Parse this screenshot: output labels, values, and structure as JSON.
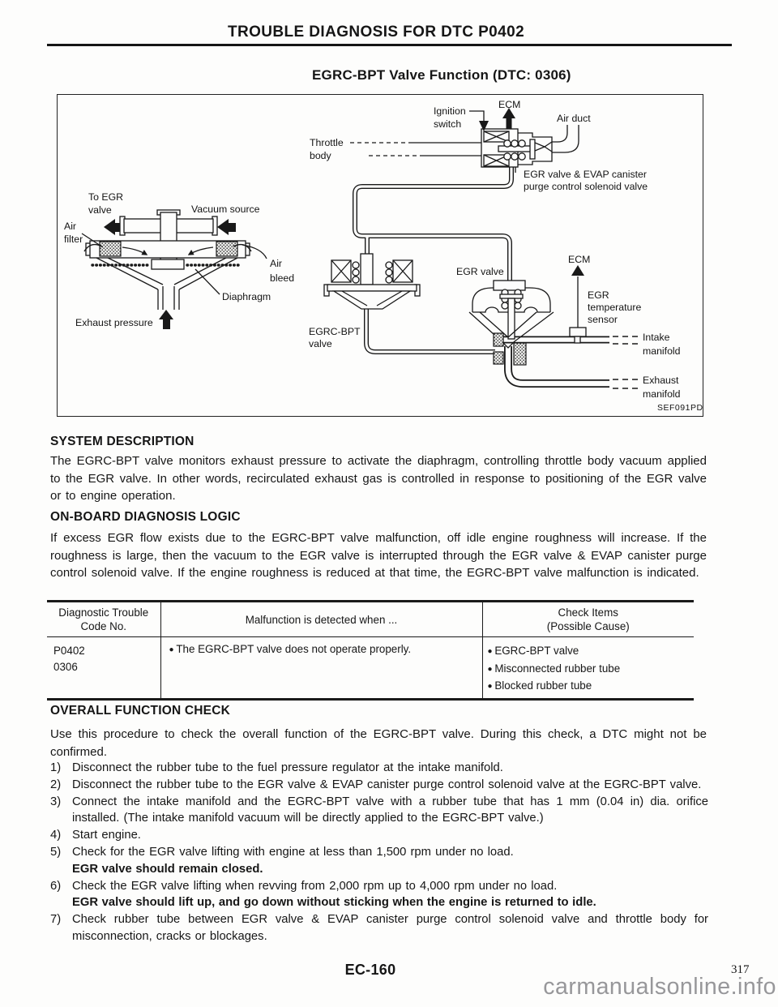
{
  "page": {
    "title": "TROUBLE DIAGNOSIS FOR DTC P0402",
    "figure_title": "EGRC-BPT Valve Function (DTC: 0306)",
    "footer_code": "EC-160",
    "page_number": "317",
    "watermark": "carmanualsonline.info"
  },
  "diagram": {
    "ref_code": "SEF091PD",
    "labels": {
      "ecm_top": "ECM",
      "ignition": [
        "Ignition",
        "switch"
      ],
      "air_duct": "Air duct",
      "throttle": [
        "Throttle",
        "body"
      ],
      "solenoid": [
        "EGR valve & EVAP canister",
        "purge control solenoid valve"
      ],
      "to_egr": [
        "To EGR",
        "valve"
      ],
      "vacuum_source": "Vacuum source",
      "air_filter": [
        "Air",
        "filter"
      ],
      "air_bleed": [
        "Air",
        "bleed"
      ],
      "diaphragm": "Diaphragm",
      "exhaust_pressure": "Exhaust pressure",
      "egrc_bpt": [
        "EGRC-BPT",
        "valve"
      ],
      "egr_valve": "EGR valve",
      "ecm_right": "ECM",
      "egr_temp": [
        "EGR",
        "temperature",
        "sensor"
      ],
      "intake": [
        "Intake",
        "manifold"
      ],
      "exhaust": [
        "Exhaust",
        "manifold"
      ]
    }
  },
  "system_description": {
    "heading": "SYSTEM DESCRIPTION",
    "body": "The EGRC-BPT valve monitors exhaust pressure to activate the diaphragm, controlling throttle body vacuum applied to the EGR valve. In other words, recirculated exhaust gas is controlled in response to positioning of the EGR valve or to engine operation."
  },
  "onboard_logic": {
    "heading": "ON-BOARD DIAGNOSIS LOGIC",
    "body": "If excess EGR flow exists due to the EGRC-BPT valve malfunction, off idle engine roughness will increase. If the roughness is large, then the vacuum to the EGR valve is interrupted through the EGR valve & EVAP canister purge control solenoid valve. If the engine roughness is reduced at that time, the EGRC-BPT valve malfunction is indicated."
  },
  "dtc_table": {
    "col1_header": [
      "Diagnostic Trouble",
      "Code No."
    ],
    "col2_header": "Malfunction is detected when ...",
    "col3_header": [
      "Check Items",
      "(Possible Cause)"
    ],
    "row": {
      "codes": [
        "P0402",
        "0306"
      ],
      "malfunction": "The EGRC-BPT valve does not operate properly.",
      "check_items": [
        "EGRC-BPT valve",
        "Misconnected rubber tube",
        "Blocked rubber tube"
      ]
    }
  },
  "overall_check": {
    "heading": "OVERALL FUNCTION CHECK",
    "intro": "Use this procedure to check the overall function of the EGRC-BPT valve. During this check, a DTC might not be confirmed.",
    "steps": [
      {
        "num": "1)",
        "text": "Disconnect the rubber tube to the fuel pressure regulator at the intake manifold.",
        "bold": ""
      },
      {
        "num": "2)",
        "text": "Disconnect the rubber tube to the EGR valve & EVAP canister purge control solenoid valve at the EGRC-BPT valve.",
        "bold": ""
      },
      {
        "num": "3)",
        "text": "Connect the intake manifold and the EGRC-BPT valve with a rubber tube that has 1 mm (0.04 in) dia. orifice installed. (The intake manifold vacuum will be directly applied to the EGRC-BPT valve.)",
        "bold": ""
      },
      {
        "num": "4)",
        "text": "Start engine.",
        "bold": ""
      },
      {
        "num": "5)",
        "text": "Check for the EGR valve lifting with engine at less than 1,500 rpm under no load.",
        "bold": "EGR valve should remain closed."
      },
      {
        "num": "6)",
        "text": "Check the EGR valve lifting when revving from 2,000 rpm up to 4,000 rpm under no load.",
        "bold": "EGR valve should lift up, and go down without sticking when the engine is returned to idle."
      },
      {
        "num": "7)",
        "text": "Check rubber tube between EGR valve & EVAP canister purge control solenoid valve and throttle body for misconnection, cracks or blockages.",
        "bold": ""
      }
    ]
  }
}
